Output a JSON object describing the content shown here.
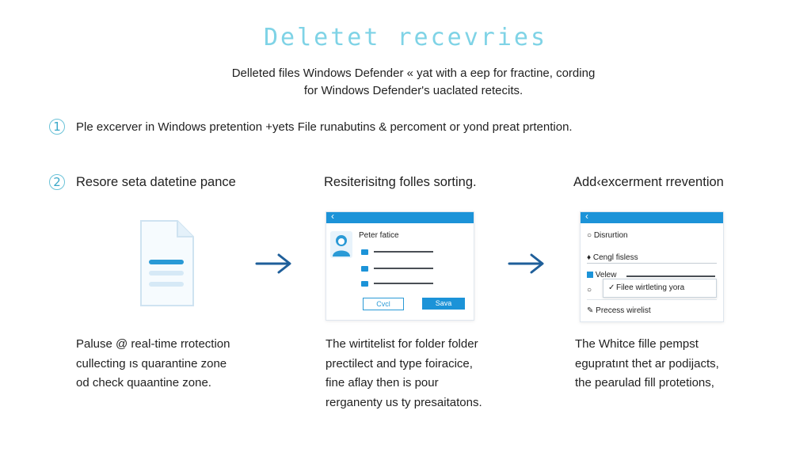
{
  "header": {
    "title": "Deletet recevries",
    "subtitle_line1": "Delleted files Windows Defender « yat with a eep for fractine, cording",
    "subtitle_line2": "for Windows Defender's uaclated retecits."
  },
  "steps": [
    {
      "num": "1",
      "text": "Ple excerver in Windows pretention +yets File runabutins & percoment or yond preat prtention."
    },
    {
      "num": "2"
    }
  ],
  "columns": [
    {
      "heading": "Resore seta datetine pance",
      "desc": [
        "Paluse @ real-time rrotection",
        "cullecting ıs quarantine zone",
        "od check quaantine zone."
      ],
      "icon": "document-icon"
    },
    {
      "heading": "Resiterisitng folles sorting.",
      "desc": [
        "The wirtitelist for folder folder",
        "prectilect and type foiracice,",
        "fine aflay then is pour",
        "rerganenty us ty presaitatons."
      ],
      "window": {
        "back": "‹",
        "label": "Peter fatice",
        "cancel": "Cvcl",
        "save": "Sava"
      }
    },
    {
      "heading": "Add‹excerment rrevention",
      "desc": [
        "The Whitce fille pempst",
        "egupratınt thet ar podijacts,",
        "the pearulad fill protetions,"
      ],
      "window": {
        "back": "‹",
        "items": [
          "Disrurtion",
          "Cengl fisless",
          "Velew",
          "Precess wirelist"
        ],
        "tooltip": "Filee wirtleting yora"
      }
    }
  ],
  "colors": {
    "title": "#7fd3e6",
    "accent": "#1c93d8",
    "arrow": "#1f5f9a"
  }
}
